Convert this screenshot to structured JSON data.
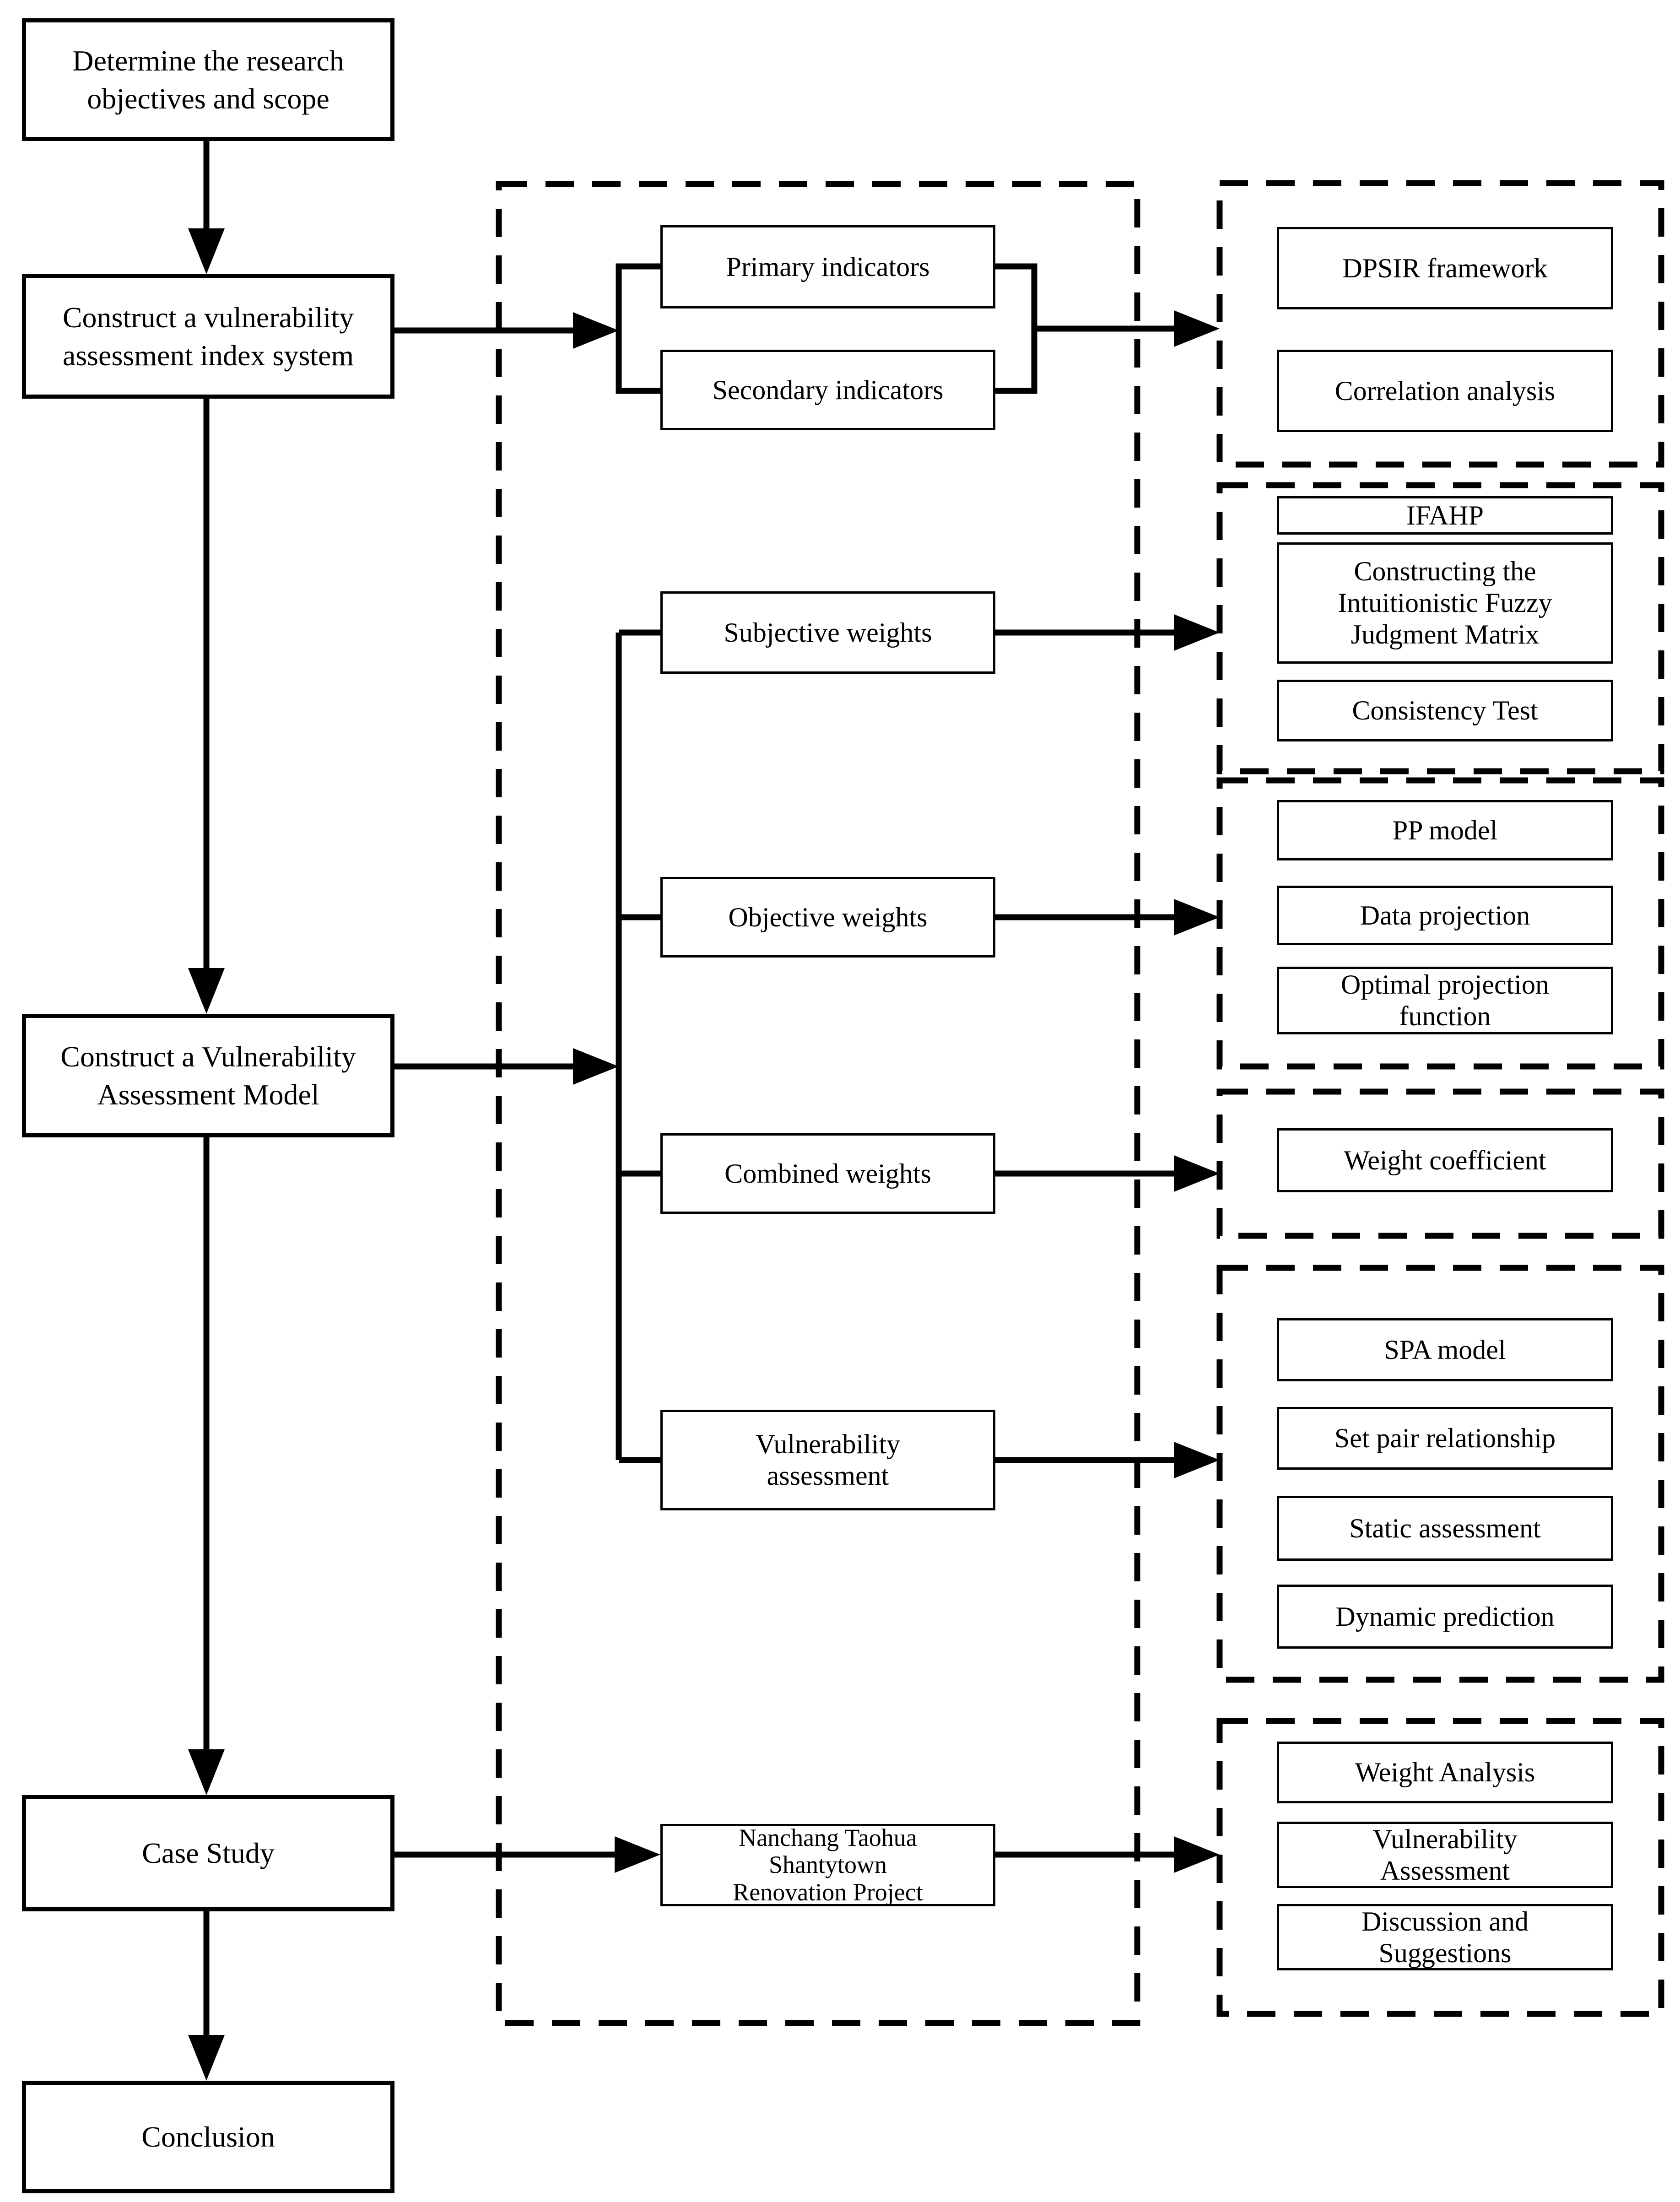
{
  "diagram": {
    "colors": {
      "line": "#000000",
      "background": "#ffffff"
    },
    "left_column": {
      "research_scope": "Determine the research\nobjectives and scope",
      "index_system": "Construct a vulnerability\nassessment index system",
      "assessment_model": "Construct a Vulnerability\nAssessment Model",
      "case_study": "Case Study",
      "conclusion": "Conclusion"
    },
    "middle": {
      "primary_indicators": "Primary indicators",
      "secondary_indicators": "Secondary indicators",
      "subjective_weights": "Subjective weights",
      "objective_weights": "Objective weights",
      "combined_weights": "Combined weights",
      "vulnerability_assessment": "Vulnerability\nassessment",
      "case_project": "Nanchang Taohua\nShantytown\nRenovation Project"
    },
    "right": {
      "indicator_methods": {
        "dpsir": "DPSIR framework",
        "correlation": "Correlation analysis"
      },
      "subjective_methods": {
        "ifahp": "IFAHP",
        "matrix": "Constructing the\nIntuitionistic Fuzzy\nJudgment Matrix",
        "consistency": "Consistency Test"
      },
      "objective_methods": {
        "pp_model": "PP model",
        "data_projection": "Data projection",
        "optimal_projection": "Optimal projection\nfunction"
      },
      "combined_methods": {
        "weight_coefficient": "Weight coefficient"
      },
      "assessment_methods": {
        "spa_model": "SPA model",
        "set_pair": "Set pair relationship",
        "static_assessment": "Static assessment",
        "dynamic_prediction": "Dynamic prediction"
      },
      "case_methods": {
        "weight_analysis": "Weight Analysis",
        "vulnerability_assessment": "Vulnerability\nAssessment",
        "discussion": "Discussion and\nSuggestions"
      }
    }
  }
}
